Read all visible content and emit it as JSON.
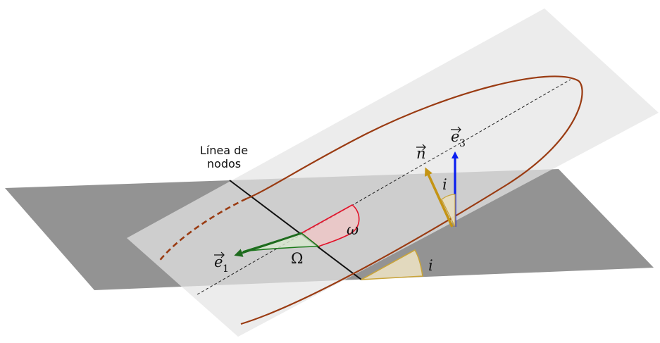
{
  "labels": {
    "line_of_nodes": [
      "Línea de",
      "nodos"
    ],
    "omega_small": "ω",
    "omega_big": "Ω",
    "inclination": "i",
    "inclination_vec": "i",
    "vec_n": "n",
    "vec_e1_letter": "e",
    "vec_e1_sub": "1",
    "vec_e3_letter": "e",
    "vec_e3_sub": "3"
  },
  "colors": {
    "reference_plane": "#8a8a8a",
    "orbital_plane": "#e0e0e0",
    "orbit": "#9a3b12",
    "argument_periapsis": "#e2122a",
    "ascending_node_angle": "#1a7a1a",
    "inclination_arc": "#c9a43a",
    "vector_e1": "#1e6b1e",
    "vector_e3": "#0a1ef0",
    "vector_n": "#c49414"
  }
}
